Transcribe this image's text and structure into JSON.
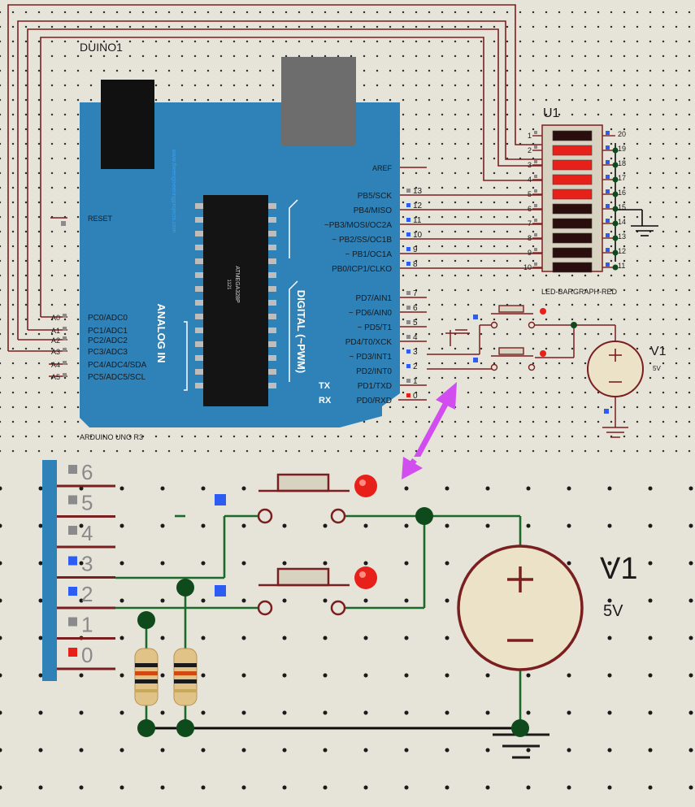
{
  "arduino": {
    "ref": "DUINO1",
    "name": "ARDUINO UNO R3",
    "chip": "ATMEGA328P",
    "chip_sub": "1121",
    "vertical_url": "www.theengineeringprojects.com",
    "analog_label": "ANALOG IN",
    "digital_label": "DIGITAL (~PWM)",
    "tx": "TX",
    "rx": "RX",
    "reset": "RESET",
    "aref": "AREF",
    "analog_pins": [
      {
        "num": "A0",
        "name": "PC0/ADC0"
      },
      {
        "num": "A1",
        "name": "PC1/ADC1"
      },
      {
        "num": "A2",
        "name": "PC2/ADC2"
      },
      {
        "num": "A3",
        "name": "PC3/ADC3"
      },
      {
        "num": "A4",
        "name": "PC4/ADC4/SDA"
      },
      {
        "num": "A5",
        "name": "PC5/ADC5/SCL"
      }
    ],
    "digital_pins_top": [
      {
        "num": "13",
        "name": "PB5/SCK"
      },
      {
        "num": "12",
        "name": "PB4/MISO"
      },
      {
        "num": "11",
        "name": "~PB3/MOSI/OC2A"
      },
      {
        "num": "10",
        "name": "~ PB2/SS/OC1B"
      },
      {
        "num": "9",
        "name": "~ PB1/OC1A"
      },
      {
        "num": "8",
        "name": "PB0/ICP1/CLKO"
      }
    ],
    "digital_pins_bottom": [
      {
        "num": "7",
        "name": "PD7/AIN1"
      },
      {
        "num": "6",
        "name": "~ PD6/AIN0"
      },
      {
        "num": "5",
        "name": "~ PD5/T1"
      },
      {
        "num": "4",
        "name": "PD4/T0/XCK"
      },
      {
        "num": "3",
        "name": "~ PD3/INT1"
      },
      {
        "num": "2",
        "name": "PD2/INT0"
      },
      {
        "num": "1",
        "name": "PD1/TXD"
      },
      {
        "num": "0",
        "name": "PD0/RXD"
      }
    ]
  },
  "bargraph": {
    "ref": "U1",
    "name": "LED-BARGRAPH-RED",
    "left_pins": [
      "1",
      "2",
      "3",
      "4",
      "5",
      "6",
      "7",
      "8",
      "9",
      "10"
    ],
    "right_pins": [
      "20",
      "19",
      "18",
      "17",
      "16",
      "15",
      "14",
      "13",
      "12",
      "11"
    ],
    "lit_segments": [
      false,
      true,
      true,
      true,
      true,
      false,
      false,
      false,
      false,
      false
    ]
  },
  "source": {
    "ref": "V1",
    "value": "5V"
  },
  "zoom": {
    "pins": [
      "6",
      "5",
      "4",
      "3",
      "2",
      "1",
      "0"
    ],
    "source_ref": "V1",
    "source_value": "5V"
  },
  "colors": {
    "board": "#2f82b8",
    "wire": "#7a1f1f",
    "net": "#0b0b0b",
    "junction": "#0e4a1c",
    "led_on": "#e8201a",
    "led_off": "#2a0d0d",
    "arrow": "#d24df0",
    "source_fill": "#ebe2c7"
  }
}
